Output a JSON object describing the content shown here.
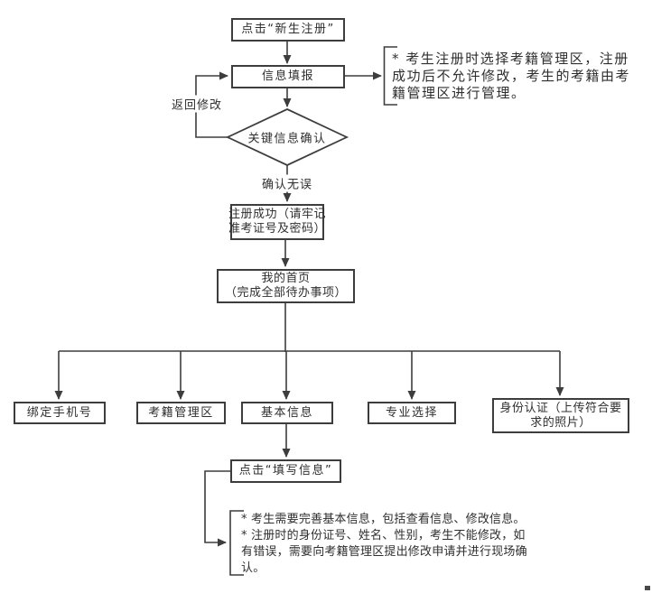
{
  "nodes": {
    "click_new_register": {
      "label": "点击“新生注册”"
    },
    "info_fill": {
      "label": "信息填报"
    },
    "key_info_confirm": {
      "label": "关键信息确认"
    },
    "register_success": {
      "lines": [
        "注册成功（请牢记",
        "准考证号及密码）"
      ]
    },
    "my_homepage": {
      "lines": [
        "我的首页",
        "（完成全部待办事项）"
      ]
    },
    "bind_phone": {
      "label": "绑定手机号"
    },
    "exam_admin_area": {
      "label": "考籍管理区"
    },
    "basic_info": {
      "label": "基本信息"
    },
    "major_select": {
      "label": "专业选择"
    },
    "identity_auth": {
      "lines": [
        "身份认证（上传符合要",
        "求的照片）"
      ]
    },
    "click_fill_info": {
      "label": "点击“填写信息”"
    }
  },
  "edge_labels": {
    "return_modify": "返回修改",
    "confirm_ok": "确认无误"
  },
  "notes": {
    "register_note": {
      "lines": [
        "* 考生注册时选择考籍管理区，注册",
        "成功后不允许修改，考生的考籍由考",
        "籍管理区进行管理。"
      ]
    },
    "basic_info_note": {
      "lines": [
        "* 考生需要完善基本信息，包括查看信息、修改信息。",
        "* 注册时的身份证号、姓名、性别，考生不能修改，如",
        "有错误，需要向考籍管理区提出修改申请并进行现场确",
        "认。"
      ]
    }
  },
  "colors": {
    "line": "#3d3d3d",
    "text": "#2f2f2f",
    "background": "#ffffff"
  }
}
